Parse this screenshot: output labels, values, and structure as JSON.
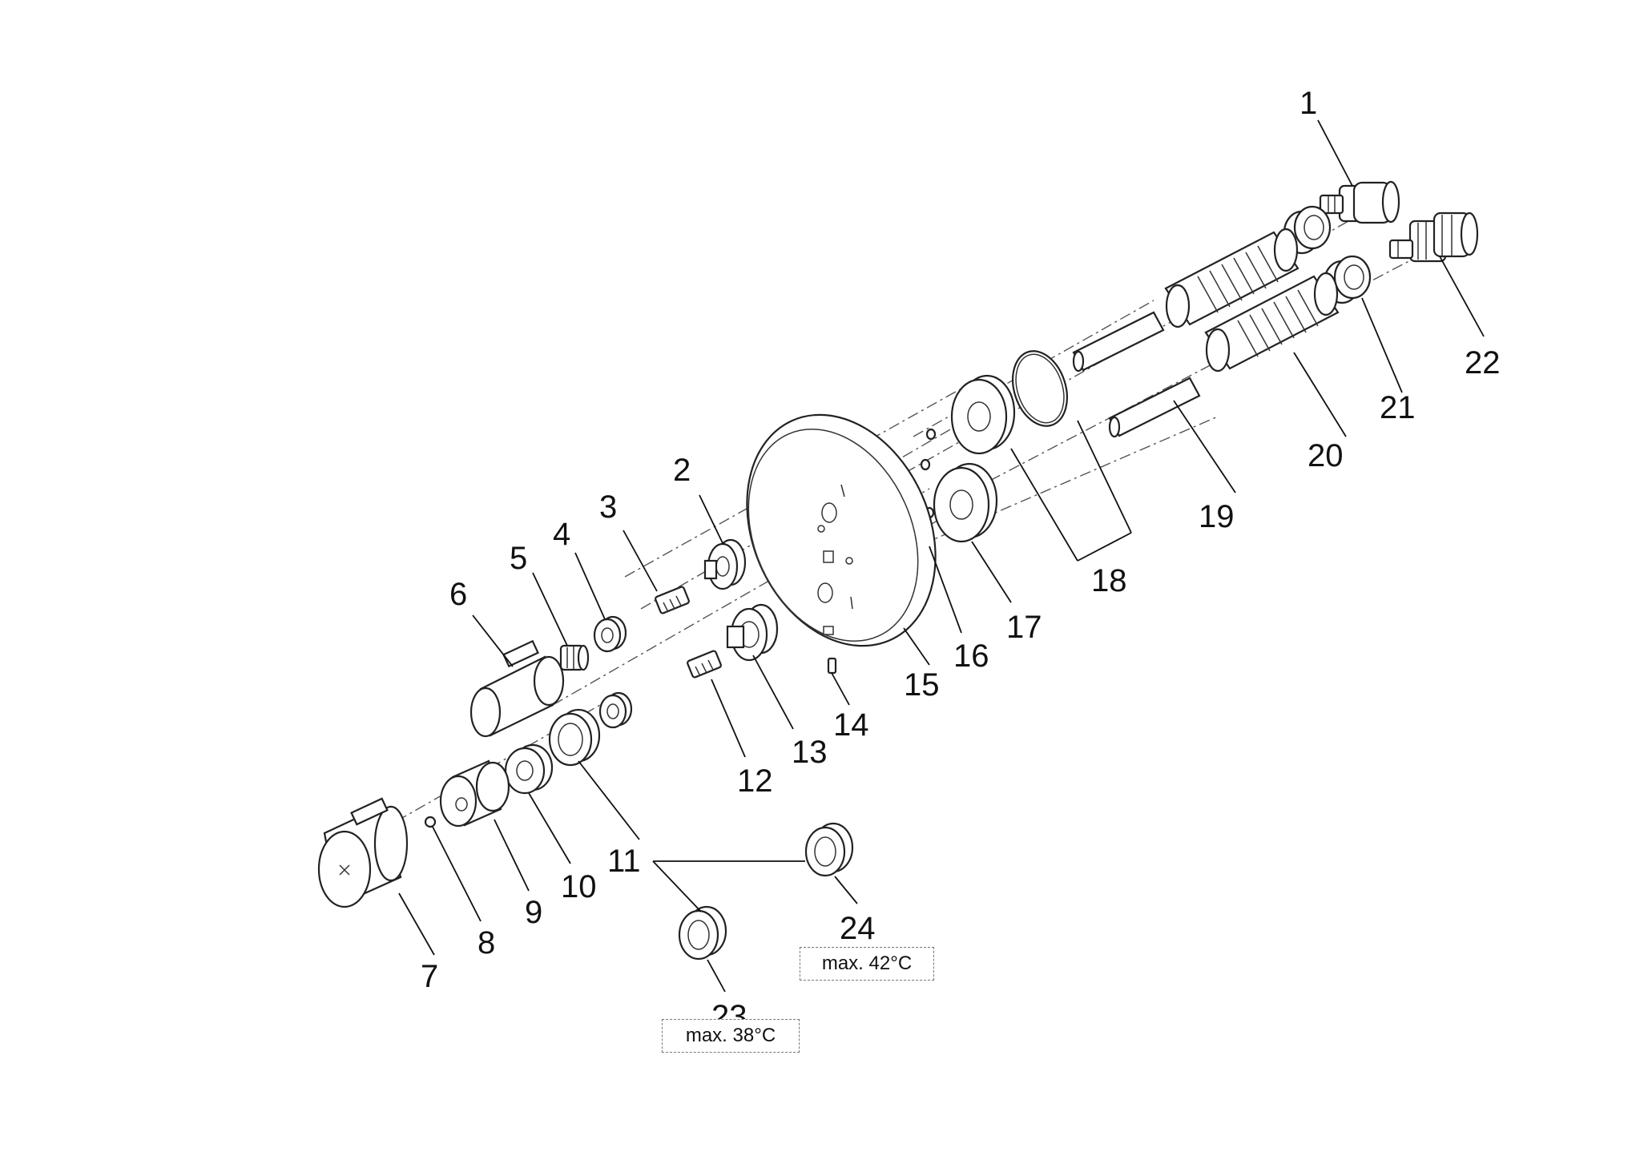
{
  "labels": [
    "1",
    "2",
    "3",
    "4",
    "5",
    "6",
    "7",
    "8",
    "9",
    "10",
    "11",
    "12",
    "13",
    "14",
    "15",
    "16",
    "17",
    "18",
    "19",
    "20",
    "21",
    "22",
    "23",
    "24"
  ],
  "notes": {
    "part_23": "max. 38°C",
    "part_24": "max. 42°C"
  }
}
